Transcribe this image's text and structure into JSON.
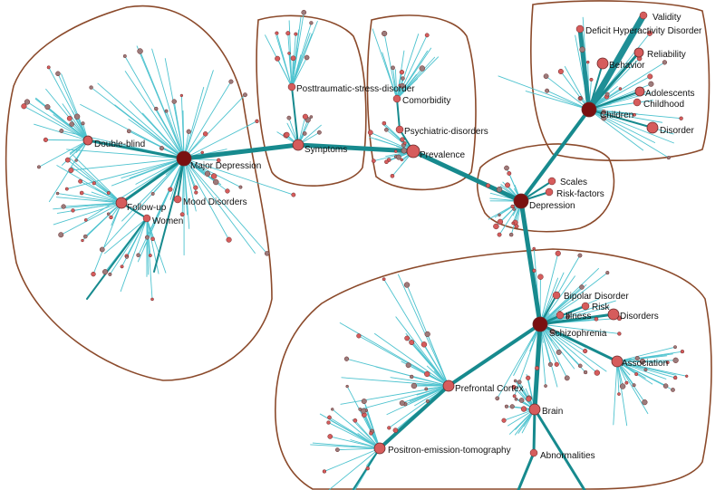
{
  "colors": {
    "background": "#ffffff",
    "cluster_outline": "#8b4a2b",
    "edge": "#4ec3cf",
    "edge_dark": "#1f8f96",
    "hub_edge": "#178a8e",
    "node_fill": "#d65c5c",
    "node_stroke": "#6a2a2a",
    "hub_fill": "#7a1010",
    "label": "#111111"
  },
  "labels": {
    "major_depression": "Major Depression",
    "double_blind": "Double-blind",
    "follow_up": "Follow-up",
    "women": "Women",
    "mood_disorders": "Mood Disorders",
    "posttraumatic": "Posttraumatic-stress-disorder",
    "symptoms": "Symptoms",
    "comorbidity": "Comorbidity",
    "psychiatric_disorders": "Psychiatric-disorders",
    "prevalence": "Prevalence",
    "validity": "Validity",
    "adhd": "Deficit Hyperactivity Disorder",
    "reliability": "Reliability",
    "behavior": "Behavior",
    "adolescents": "Adolescents",
    "childhood": "Childhood",
    "children": "Children",
    "disorder": "Disorder",
    "scales": "Scales",
    "risk_factors": "Risk-factors",
    "depression": "Depression",
    "bipolar_disorder": "Bipolar Disorder",
    "risk": "Risk",
    "illness": "Illness",
    "disorders": "Disorders",
    "schizophrenia": "Schizophrenia",
    "association": "Association",
    "prefrontal_cortex": "Prefrontal Cortex",
    "brain": "Brain",
    "pet": "Positron-emission-tomography",
    "abnormalities": "Abnormalities"
  }
}
